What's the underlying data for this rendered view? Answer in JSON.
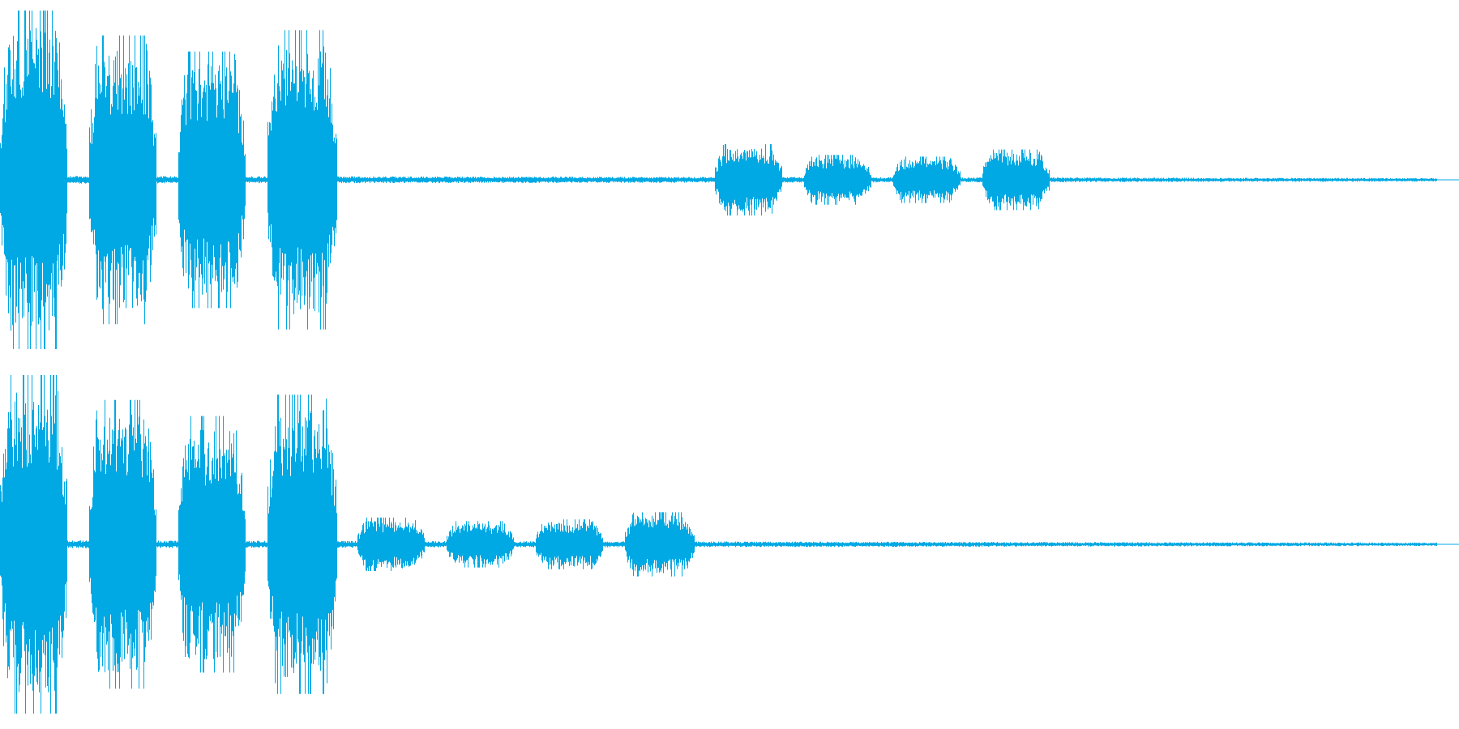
{
  "waveform": {
    "color": "#00A9E3",
    "background": "#FFFFFF",
    "duration_fraction_visible": 0.985,
    "channels": [
      {
        "name": "",
        "baseline_noise": 0.018,
        "bursts": [
          {
            "start": 0.0,
            "end": 0.046,
            "amplitude": 0.95
          },
          {
            "start": 0.061,
            "end": 0.107,
            "amplitude": 0.81
          },
          {
            "start": 0.122,
            "end": 0.168,
            "amplitude": 0.72
          },
          {
            "start": 0.183,
            "end": 0.231,
            "amplitude": 0.84
          },
          {
            "start": 0.49,
            "end": 0.536,
            "amplitude": 0.2
          },
          {
            "start": 0.551,
            "end": 0.597,
            "amplitude": 0.14
          },
          {
            "start": 0.612,
            "end": 0.658,
            "amplitude": 0.13
          },
          {
            "start": 0.673,
            "end": 0.719,
            "amplitude": 0.17
          }
        ]
      },
      {
        "name": "",
        "baseline_noise": 0.018,
        "bursts": [
          {
            "start": 0.0,
            "end": 0.046,
            "amplitude": 0.95
          },
          {
            "start": 0.061,
            "end": 0.107,
            "amplitude": 0.81
          },
          {
            "start": 0.122,
            "end": 0.168,
            "amplitude": 0.72
          },
          {
            "start": 0.183,
            "end": 0.231,
            "amplitude": 0.84
          },
          {
            "start": 0.245,
            "end": 0.291,
            "amplitude": 0.15
          },
          {
            "start": 0.306,
            "end": 0.352,
            "amplitude": 0.13
          },
          {
            "start": 0.367,
            "end": 0.413,
            "amplitude": 0.14
          },
          {
            "start": 0.428,
            "end": 0.476,
            "amplitude": 0.18
          }
        ]
      }
    ]
  }
}
